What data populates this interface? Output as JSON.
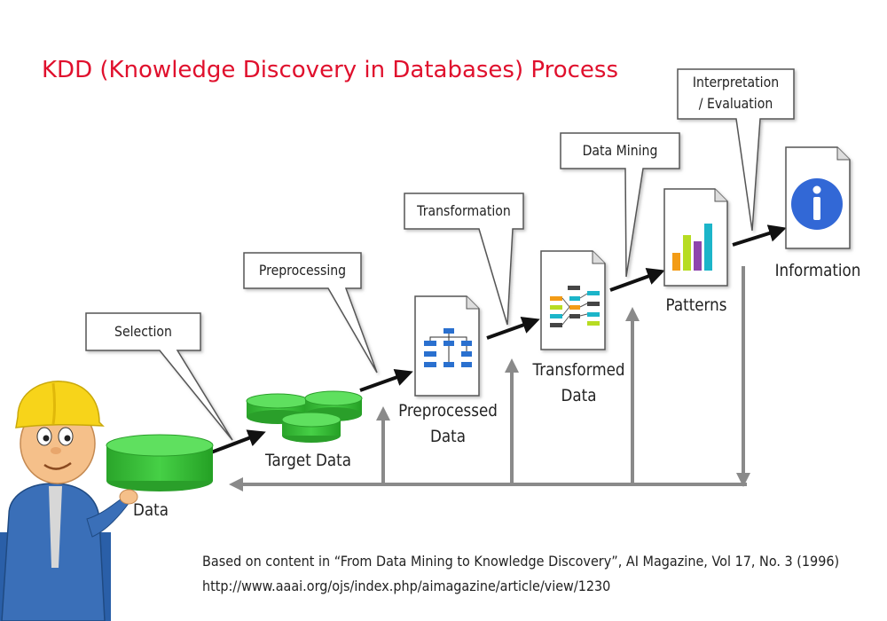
{
  "title": "KDD (Knowledge Discovery in Databases) Process",
  "steps": {
    "selection": "Selection",
    "preprocessing": "Preprocessing",
    "transformation": "Transformation",
    "data_mining": "Data Mining",
    "interpretation_line1": "Interpretation",
    "interpretation_line2": "/ Evaluation"
  },
  "stages": {
    "data": "Data",
    "target_data": "Target Data",
    "preprocessed_line1": "Preprocessed",
    "preprocessed_line2": "Data",
    "transformed_line1": "Transformed",
    "transformed_line2": "Data",
    "patterns": "Patterns",
    "information": "Information"
  },
  "credit": {
    "line1": "Based on content in “From Data Mining to Knowledge Discovery”, AI Magazine, Vol 17, No. 3 (1996)",
    "line2": "http://www.aaai.org/ojs/index.php/aimagazine/article/view/1230"
  },
  "colors": {
    "title": "#e0102d",
    "cylinder_green": "#3cc13c",
    "feedback_arrow": "#8a8a8a",
    "bar_colors": [
      "#f39c12",
      "#b7dc21",
      "#8e44ad",
      "#1fb5c9"
    ],
    "info_icon": "#3367d6"
  },
  "icons": {
    "preprocessed": "flowchart-doc-icon",
    "transformed": "tree-doc-icon",
    "patterns": "bar-chart-doc-icon",
    "information": "info-doc-icon"
  }
}
